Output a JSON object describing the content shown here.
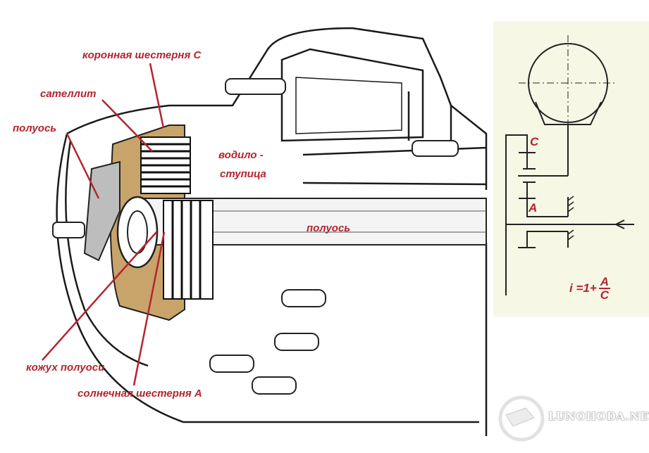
{
  "labels": {
    "ring_gear": "коронная шестерня  С",
    "planet": "сателлит",
    "half_axle_left": "полуось",
    "carrier_line1": "водило -",
    "carrier_line2": "ступица",
    "half_axle_shaft": "полуось",
    "axle_housing": "кожух полуоси",
    "sun_gear": "солнечная шестерня  А"
  },
  "scheme": {
    "ring_label": "C",
    "sun_label": "A",
    "formula_left": "i =1+",
    "formula_num": "A",
    "formula_den": "C"
  },
  "watermark": "LUNOHODA.NET",
  "colors": {
    "label": "#b5242e",
    "panel_bg": "#f7f7e6",
    "line": "#222222",
    "tan": "#c9a46a",
    "gray": "#bdbdbd"
  }
}
